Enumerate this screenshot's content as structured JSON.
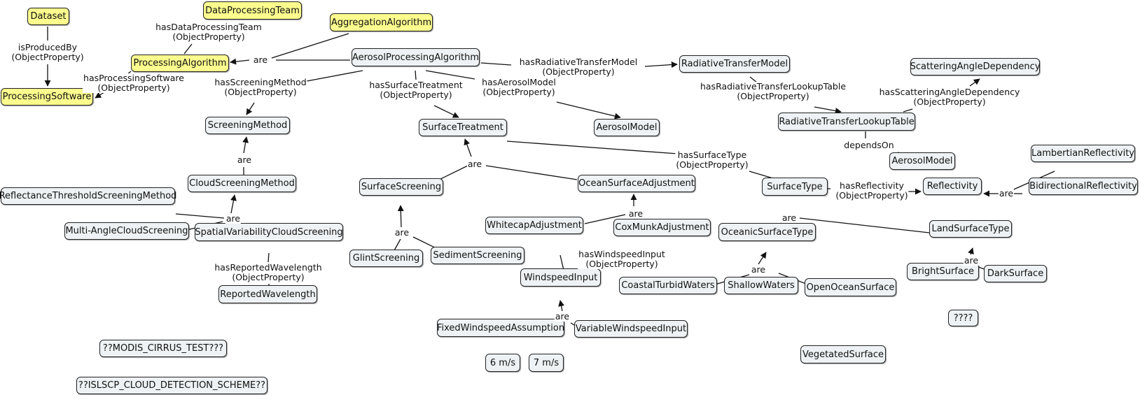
{
  "colors": {
    "concept": "#eef2f4",
    "highlight": "#fbfb8e",
    "line": "#111111"
  },
  "nodes": {
    "dataset": "Dataset",
    "dataprocessingteam": "DataProcessingTeam",
    "aggregationalgorithm": "AggregationAlgorithm",
    "processingalgorithm": "ProcessingAlgorithm",
    "processingsoftware": "ProcessingSoftware",
    "aerosolprocessingalgorithm": "AerosolProcessingAlgorithm",
    "radiativetransfermodel": "RadiativeTransferModel",
    "scatteringangledependency": "ScatteringAngleDependency",
    "radiativetransferlookuptable": "RadiativeTransferLookupTable",
    "screeningmethod": "ScreeningMethod",
    "surfacetreatment": "SurfaceTreatment",
    "aerosolmodel1": "AerosolModel",
    "aerosolmodel2": "AerosolModel",
    "lambertianreflectivity": "LambertianReflectivity",
    "bidirectionalreflectivity": "BidirectionalReflectivity",
    "reflectivity": "Reflectivity",
    "surfacetype": "SurfaceType",
    "cloudscreeningmethod": "CloudScreeningMethod",
    "surfacescreening": "SurfaceScreening",
    "oceansurfaceadjustment": "OceanSurfaceAdjustment",
    "reflectancethresholdscreeningmethod": "ReflectanceThresholdScreeningMethod",
    "multianglecloudscreening": "Multi-AngleCloudScreening",
    "spatialvariabilitycloudscreening": "SpatialVariabilityCloudScreening",
    "whitecapadjustment": "WhitecapAdjustment",
    "coxmunkadjustment": "CoxMunkAdjustment",
    "oceanicsurfacetype": "OceanicSurfaceType",
    "landsurfacetype": "LandSurfaceType",
    "glintscreening": "GlintScreening",
    "sedimentscreening": "SedimentScreening",
    "windspeedinput": "WindspeedInput",
    "coastalturbidwaters": "CoastalTurbidWaters",
    "shallowwaters": "ShallowWaters",
    "openoceansurface": "OpenOceanSurface",
    "brightsurface": "BrightSurface",
    "darksurface": "DarkSurface",
    "reportedwavelength": "ReportedWavelength",
    "fixedwindspeedassumption": "FixedWindspeedAssumption",
    "variablewindspeedinput": "VariableWindspeedInput",
    "unknown4": "????",
    "modiscirrustest": "??MODIS_CIRRUS_TEST???",
    "speed6": "6 m/s",
    "speed7": "7 m/s",
    "vegetatedsurface": "VegetatedSurface",
    "islscp": "??ISLSCP_CLOUD_DETECTION_SCHEME??"
  },
  "labels": {
    "isproducedby": [
      "isProducedBy",
      "(ObjectProperty)"
    ],
    "hasdataprocessingteam": [
      "hasDataProcessingTeam",
      "(ObjectProperty)"
    ],
    "hasprocessingsoftware": [
      "hasProcessingSoftware",
      "(ObjectProperty)"
    ],
    "are_algo": [
      "are"
    ],
    "hasradiativetransfermodel": [
      "hasRadiativeTransferModel",
      "(ObjectProperty)"
    ],
    "hasscreeningmethod": [
      "hasScreeningMethod",
      "(ObjectProperty)"
    ],
    "hassurfacetreatment": [
      "hasSurfaceTreatment",
      "(ObjectProperty)"
    ],
    "hasaerosolmodel": [
      "hasAerosolModel",
      "(ObjectProperty)"
    ],
    "hasradiativetransferlookuptable": [
      "hasRadiativeTransferLookupTable",
      "(ObjectProperty)"
    ],
    "hasscatteringangledependency": [
      "hasScatteringAngleDependency",
      "(ObjectProperty)"
    ],
    "dependson": [
      "dependsOn"
    ],
    "are_screening": [
      "are"
    ],
    "are_treatment": [
      "are"
    ],
    "hassurfacetype": [
      "hasSurfaceType",
      "(ObjectProperty)"
    ],
    "hasreflectivity": [
      "hasReflectivity",
      "(ObjectProperty)"
    ],
    "are_reflectivity": [
      "are"
    ],
    "are_cloud": [
      "are"
    ],
    "are_ocean": [
      "are"
    ],
    "are_surfacetype": [
      "are"
    ],
    "are_surfacescreening": [
      "are"
    ],
    "haswindspeedinput": [
      "hasWindspeedInput",
      "(ObjectProperty)"
    ],
    "are_oceanic": [
      "are"
    ],
    "are_land": [
      "are"
    ],
    "hasreportedwavelength": [
      "hasReportedWavelength",
      "(ObjectProperty)"
    ],
    "are_windspeed": [
      "are"
    ]
  }
}
